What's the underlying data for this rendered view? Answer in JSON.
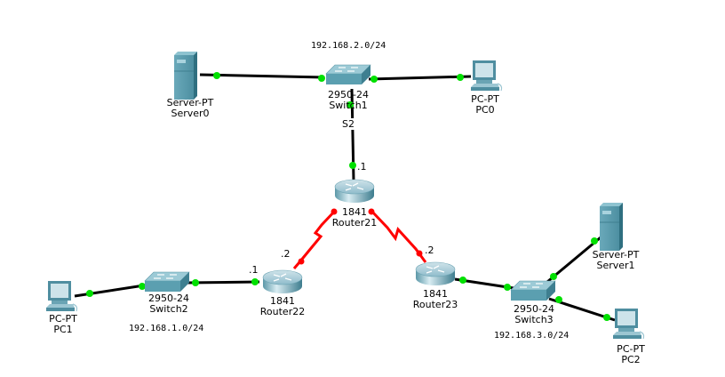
{
  "diagram": {
    "networks": [
      {
        "id": "net-192-168-2",
        "label": "192.168.2.0/24"
      },
      {
        "id": "net-192-168-1",
        "label": "192.168.1.0/24"
      },
      {
        "id": "net-192-168-3",
        "label": "192.168.3.0/24"
      }
    ],
    "devices": [
      {
        "id": "server0",
        "type": "server",
        "model": "Server-PT",
        "name": "Server0"
      },
      {
        "id": "switch1",
        "type": "switch",
        "model": "2950-24",
        "name": "Switch1"
      },
      {
        "id": "pc0",
        "type": "pc",
        "model": "PC-PT",
        "name": "PC0"
      },
      {
        "id": "router21",
        "type": "router",
        "model": "1841",
        "name": "Router21"
      },
      {
        "id": "router22",
        "type": "router",
        "model": "1841",
        "name": "Router22"
      },
      {
        "id": "router23",
        "type": "router",
        "model": "1841",
        "name": "Router23"
      },
      {
        "id": "switch2",
        "type": "switch",
        "model": "2950-24",
        "name": "Switch2"
      },
      {
        "id": "pc1",
        "type": "pc",
        "model": "PC-PT",
        "name": "PC1"
      },
      {
        "id": "switch3",
        "type": "switch",
        "model": "2950-24",
        "name": "Switch3"
      },
      {
        "id": "server1",
        "type": "server",
        "model": "Server-PT",
        "name": "Server1"
      },
      {
        "id": "pc2",
        "type": "pc",
        "model": "PC-PT",
        "name": "PC2"
      }
    ],
    "links": [
      {
        "from": "server0",
        "to": "switch1",
        "kind": "ethernet",
        "status": "up"
      },
      {
        "from": "switch1",
        "to": "pc0",
        "kind": "ethernet",
        "status": "up"
      },
      {
        "from": "switch1",
        "to": "router21",
        "kind": "ethernet",
        "status": "up",
        "port_label": "S2"
      },
      {
        "from": "router21",
        "to": "router22",
        "kind": "serial",
        "status": "down"
      },
      {
        "from": "router21",
        "to": "router23",
        "kind": "serial",
        "status": "down"
      },
      {
        "from": "pc1",
        "to": "switch2",
        "kind": "ethernet",
        "status": "up"
      },
      {
        "from": "switch2",
        "to": "router22",
        "kind": "ethernet",
        "status": "up"
      },
      {
        "from": "router23",
        "to": "switch3",
        "kind": "ethernet",
        "status": "up"
      },
      {
        "from": "switch3",
        "to": "server1",
        "kind": "ethernet",
        "status": "up"
      },
      {
        "from": "switch3",
        "to": "pc2",
        "kind": "ethernet",
        "status": "up"
      }
    ],
    "interface_labels": {
      "router21_lan": ".1",
      "router22_lan": ".1",
      "router22_serial": ".2",
      "router23_serial": ".2",
      "switch1_port": "S2"
    },
    "colors": {
      "link_up_dot": "#00e000",
      "link_down": "#ff0000",
      "cable": "#000000",
      "device_body": "#4f97a8"
    }
  }
}
